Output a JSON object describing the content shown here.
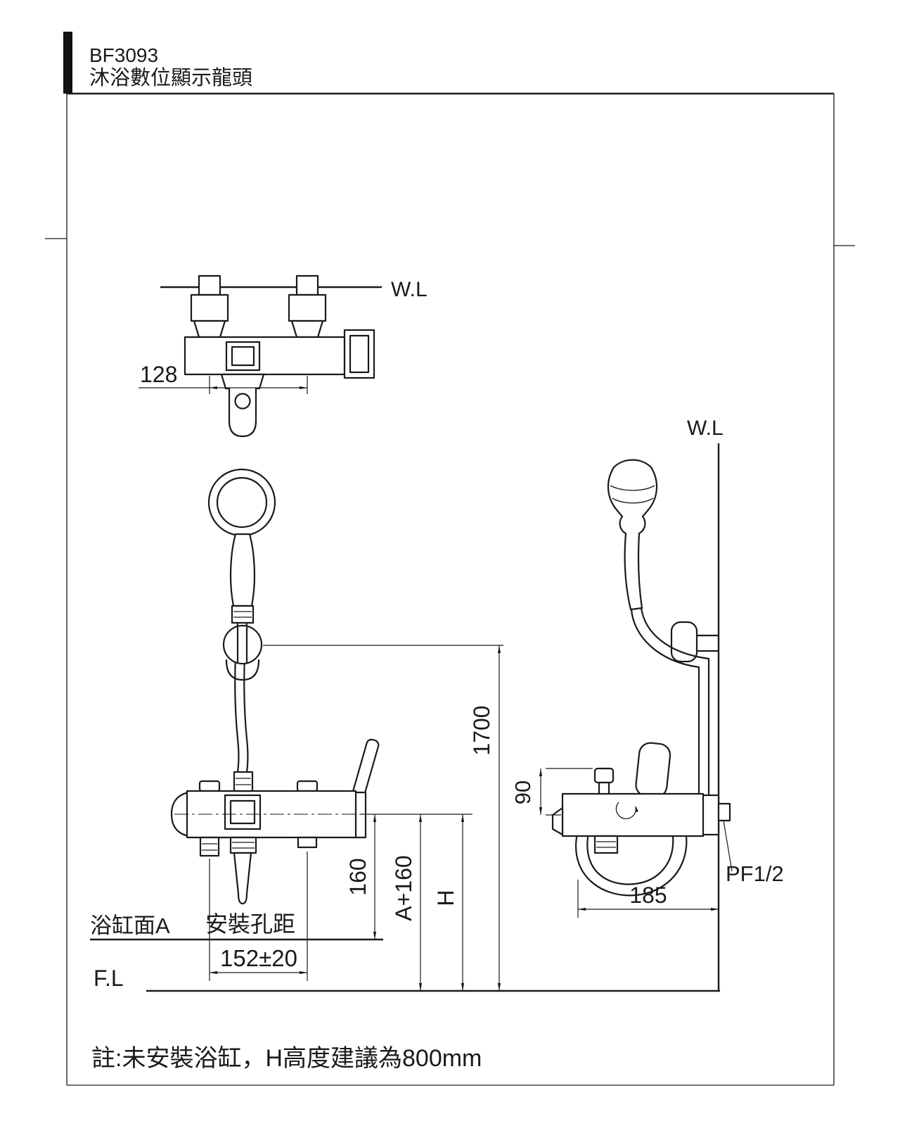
{
  "title_block": {
    "model": "BF3093",
    "product_name": "沐浴數位顯示龍頭"
  },
  "views": {
    "top": {
      "water_line": "W.L",
      "dim_supply_spacing": "128"
    },
    "front": {
      "dim_overall_height": "1700",
      "dim_center_to_tub": "160",
      "dim_a_plus_160": "A+160",
      "dim_h": "H",
      "dim_mount_holes": "152±20",
      "label_tub_surface": "浴缸面A",
      "label_mount_distance": "安裝孔距",
      "label_floor_line": "F.L"
    },
    "side": {
      "water_line": "W.L",
      "dim_knob_to_center": "90",
      "dim_wall_to_front": "185",
      "label_thread": "PF1/2"
    }
  },
  "note": "註:未安裝浴缸，H高度建議為800mm"
}
